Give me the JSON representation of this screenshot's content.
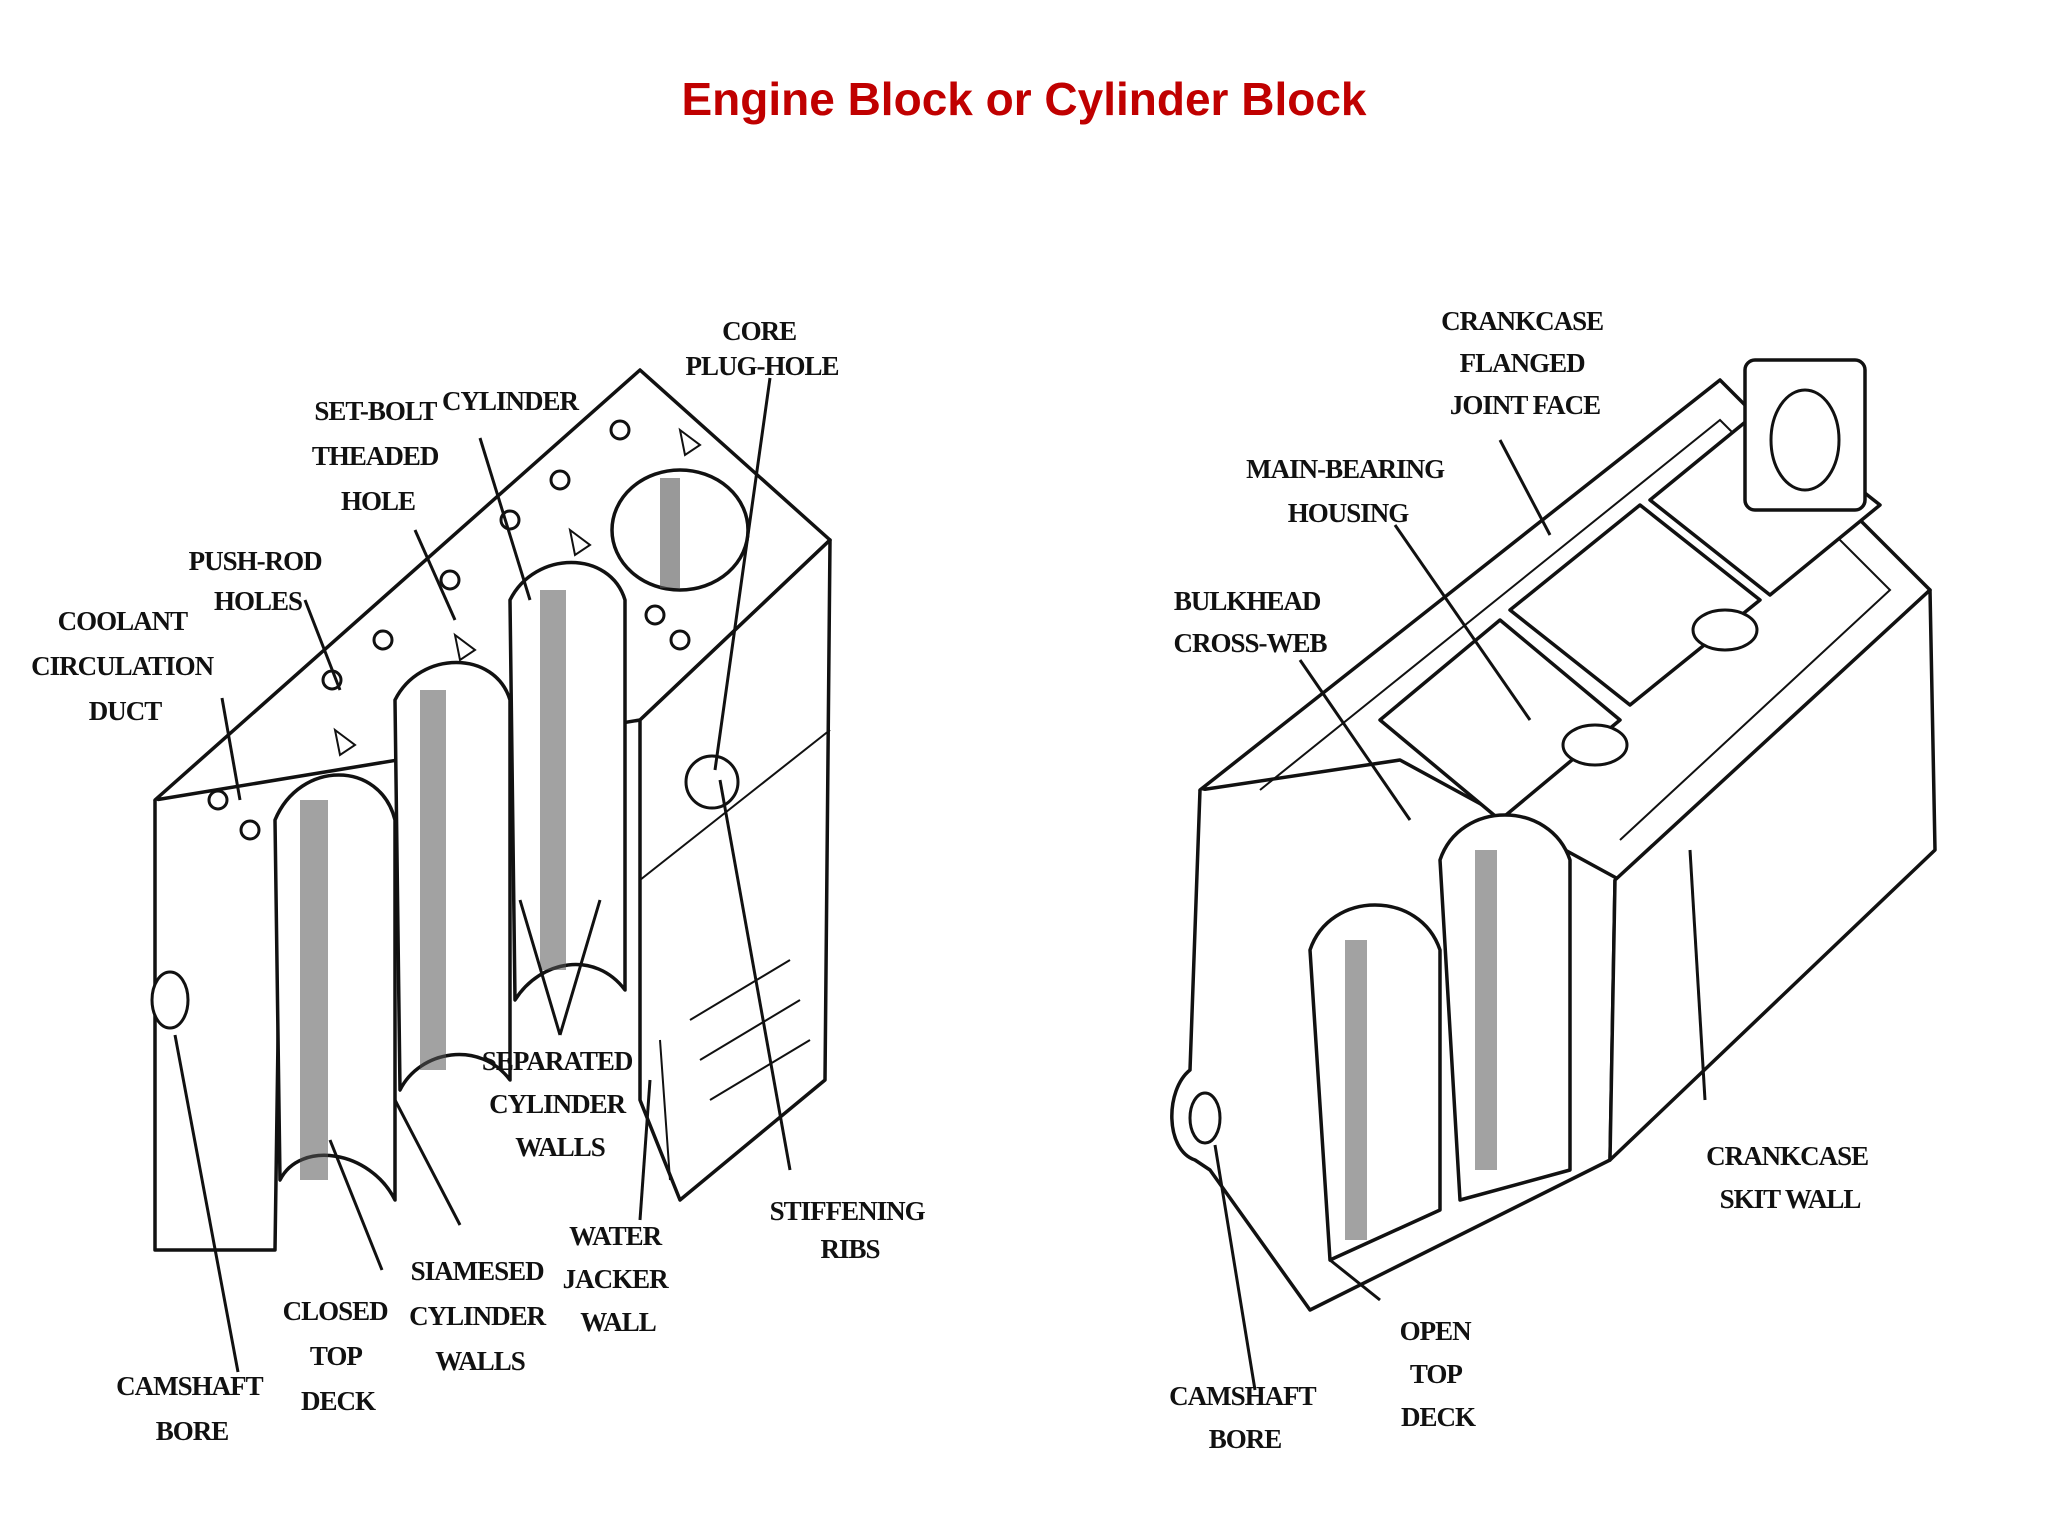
{
  "title": "Engine Block or Cylinder Block",
  "left_diagram": {
    "labels": {
      "core_plug_hole": [
        "CORE",
        "PLUG-HOLE"
      ],
      "cylinder": [
        "CYLINDER"
      ],
      "set_bolt": [
        "SET-BOLT",
        "THEADED",
        "HOLE"
      ],
      "push_rod": [
        "PUSH-ROD",
        "HOLES"
      ],
      "coolant": [
        "COOLANT",
        "CIRCULATION",
        "DUCT"
      ],
      "separated": [
        "SEPARATED",
        "CYLINDER",
        "WALLS"
      ],
      "stiffening": [
        "STIFFENING",
        "RIBS"
      ],
      "water_jacket": [
        "WATER",
        "JACKER",
        "WALL"
      ],
      "siamesed": [
        "SIAMESED",
        "CYLINDER",
        "WALLS"
      ],
      "closed_top": [
        "CLOSED",
        "TOP",
        "DECK"
      ],
      "camshaft": [
        "CAMSHAFT",
        "BORE"
      ]
    }
  },
  "right_diagram": {
    "labels": {
      "crankcase_flanged": [
        "CRANKCASE",
        "FLANGED",
        "JOINT FACE"
      ],
      "main_bearing": [
        "MAIN-BEARING",
        "HOUSING"
      ],
      "bulkhead": [
        "BULKHEAD",
        "CROSS-WEB"
      ],
      "crankcase_skirt": [
        "CRANKCASE",
        "SKIT WALL"
      ],
      "open_top": [
        "OPEN",
        "TOP",
        "DECK"
      ],
      "camshaft": [
        "CAMSHAFT",
        "BORE"
      ]
    }
  }
}
